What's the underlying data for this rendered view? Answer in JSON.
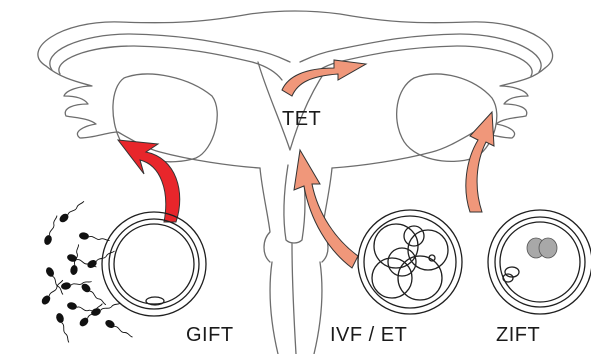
{
  "labels": {
    "gift": "GIFT",
    "tet": "TET",
    "ivf_et": "IVF / ET",
    "zift": "ZIFT"
  },
  "colors": {
    "red_arrow": "#e8262b",
    "salmon_arrow": "#f0977a",
    "arrow_outline": "#333333",
    "anatomy_outline": "#6d6d6d",
    "cell_outline": "#1f1f1f",
    "sperm": "#111111",
    "pronuclei": "#a8a8a8"
  },
  "icons": {
    "sperm_cluster": "sperm-icon",
    "egg": "egg-icon",
    "embryo": "embryo-icon",
    "zygote": "zygote-icon"
  }
}
